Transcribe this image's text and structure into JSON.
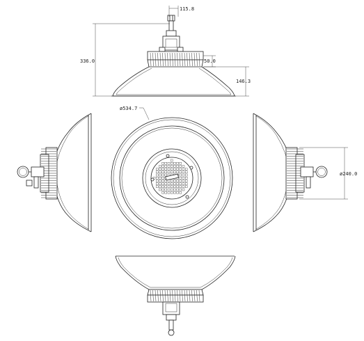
{
  "drawing": {
    "dimensions": {
      "top_width": "115.8",
      "overall_height": "336.0",
      "heatsink_height": "50.0",
      "reflector_height": "146.3",
      "diameter": "ø534.7",
      "side_height": "ø240.0"
    }
  },
  "colors": {
    "line": "#222222",
    "background": "#ffffff"
  }
}
